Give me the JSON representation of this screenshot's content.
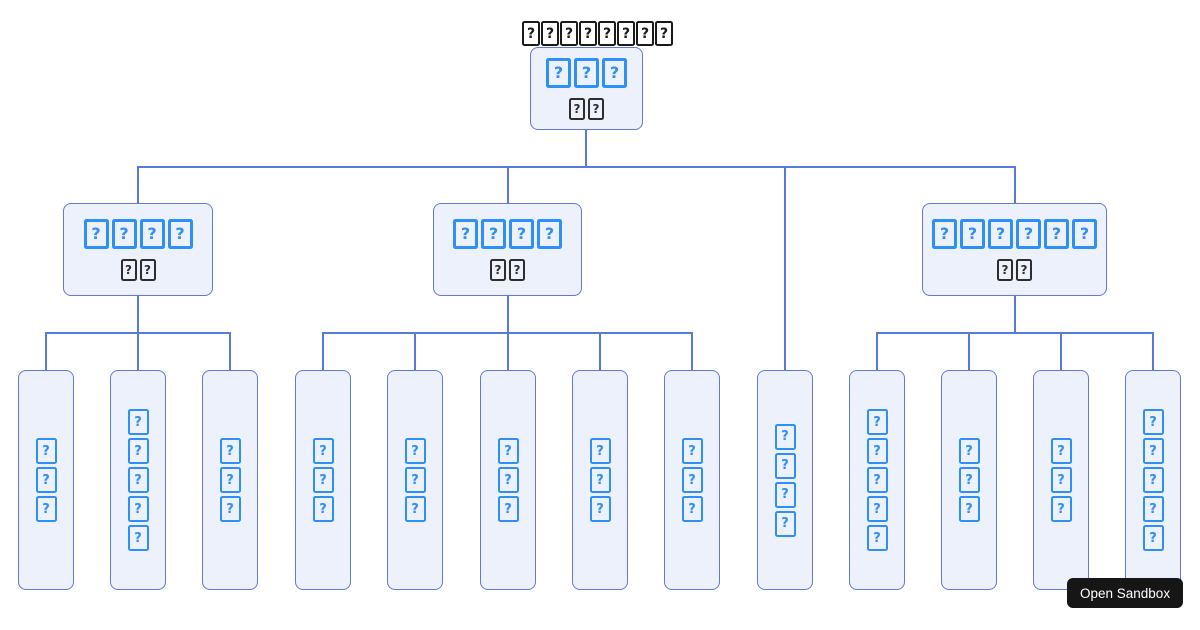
{
  "colors": {
    "glyph-blue": "#2e8ff7",
    "glyph-dark": "#2f2d2b",
    "glyph-title": "#1a1a1a",
    "node-fill": "#edf1fb",
    "node-border": "#6379d2",
    "connector": "#587ad8",
    "overlay-bg": "#161616",
    "overlay-text": "#ffffff",
    "page-bg": "#ffffff"
  },
  "missing_glyph_char": "?",
  "diagram": {
    "title": {
      "glyph_count": 8,
      "note": "CJK title rendered as missing-glyph boxes"
    },
    "nodes": {
      "root": {
        "main_glyphs": 3,
        "sub_glyphs": 2
      },
      "branch-left": {
        "main_glyphs": 4,
        "sub_glyphs": 2
      },
      "branch-mid": {
        "main_glyphs": 4,
        "sub_glyphs": 2
      },
      "branch-right": {
        "main_glyphs": 6,
        "sub_glyphs": 2
      },
      "leaf-l1": {
        "main_glyphs": 3
      },
      "leaf-l2": {
        "main_glyphs": 5
      },
      "leaf-l3": {
        "main_glyphs": 3
      },
      "leaf-m1": {
        "main_glyphs": 3
      },
      "leaf-m2": {
        "main_glyphs": 3
      },
      "leaf-m3": {
        "main_glyphs": 3
      },
      "leaf-m4": {
        "main_glyphs": 3
      },
      "leaf-m5": {
        "main_glyphs": 3
      },
      "leaf-solo": {
        "main_glyphs": 4
      },
      "leaf-r1": {
        "main_glyphs": 5
      },
      "leaf-r2": {
        "main_glyphs": 3
      },
      "leaf-r3": {
        "main_glyphs": 3
      },
      "leaf-r4": {
        "main_glyphs": 5
      }
    },
    "hierarchy": {
      "root": "root",
      "children_of_root": [
        "branch-left",
        "branch-mid",
        "leaf-solo",
        "branch-right"
      ],
      "children_of_branch-left": [
        "leaf-l1",
        "leaf-l2",
        "leaf-l3"
      ],
      "children_of_branch-mid": [
        "leaf-m1",
        "leaf-m2",
        "leaf-m3",
        "leaf-m4",
        "leaf-m5"
      ],
      "children_of_branch-right": [
        "leaf-r1",
        "leaf-r2",
        "leaf-r3",
        "leaf-r4"
      ]
    }
  },
  "overlay": {
    "open_sandbox_label": "Open Sandbox"
  }
}
